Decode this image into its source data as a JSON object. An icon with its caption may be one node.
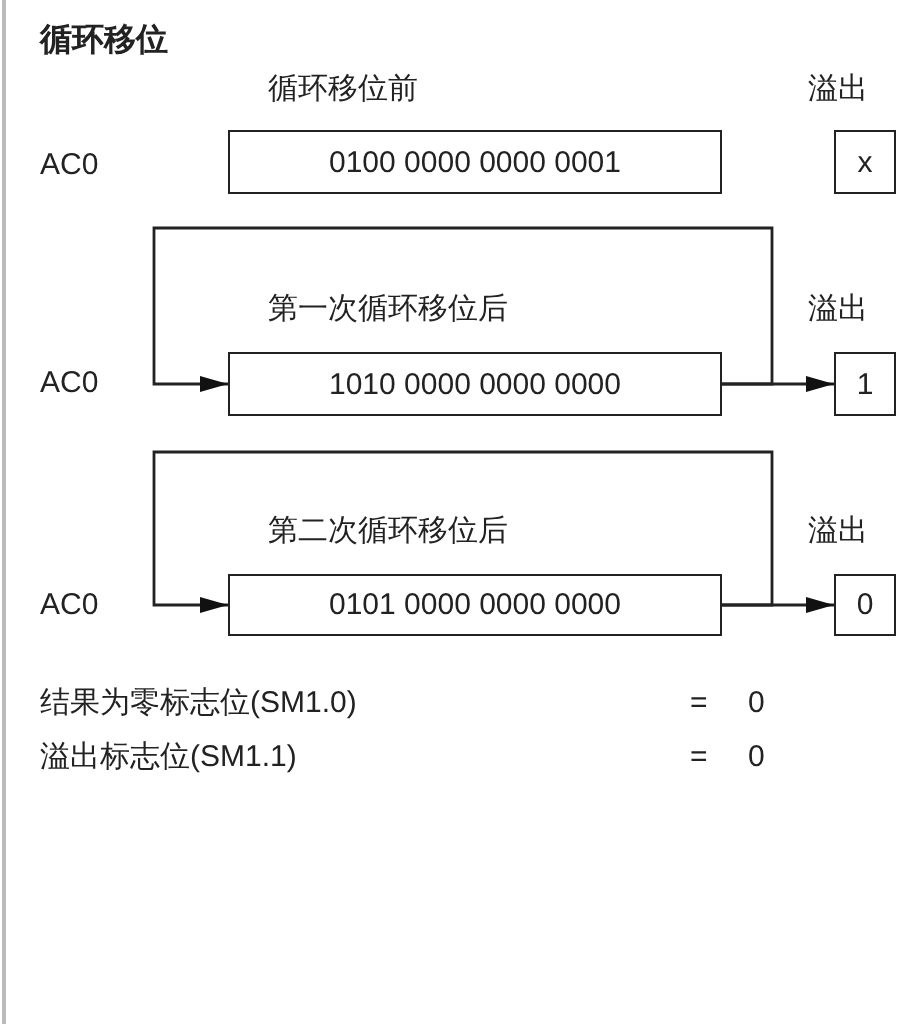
{
  "diagram": {
    "title": "循环移位",
    "nodes": [
      {
        "text": [
          "0100 0000 0000 0001"
        ]
      },
      {
        "text": [
          "x"
        ]
      },
      {
        "text": [
          "1010 0000 0000 0000"
        ]
      },
      {
        "text": [
          "1"
        ]
      },
      {
        "text": [
          "0101 0000 0000 0000"
        ]
      },
      {
        "text": [
          "0"
        ]
      }
    ],
    "edges": [
      {
        "from": 2,
        "to": 3,
        "arrow": "to"
      },
      {
        "from": 2,
        "to": 2,
        "arrow": "to"
      },
      {
        "from": 4,
        "to": 5,
        "arrow": "to"
      },
      {
        "from": 4,
        "to": 4,
        "arrow": "to"
      }
    ],
    "labels": [
      "循环移位前",
      "溢出",
      "AC0",
      "第一次循环移位后",
      "溢出",
      "AC0",
      "第二次循环移位后",
      "溢出",
      "AC0",
      "结果为零标志位(SM1.0)",
      "=",
      "0",
      "溢出标志位(SM1.1)",
      "=",
      "0"
    ]
  }
}
